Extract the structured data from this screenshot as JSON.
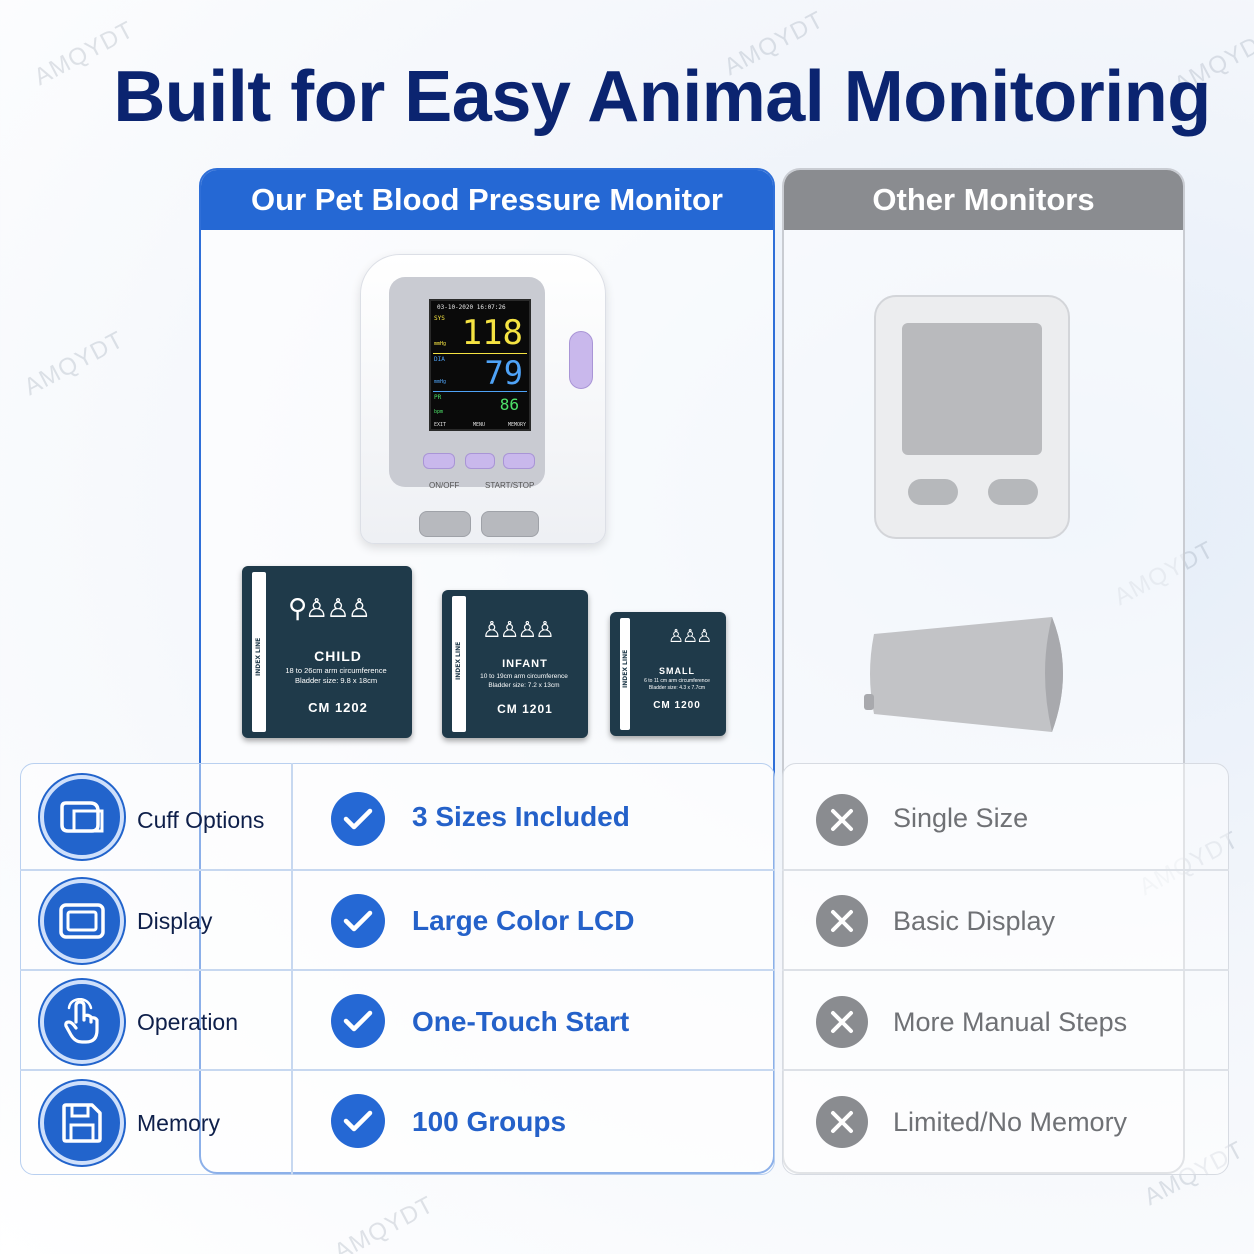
{
  "title": "Built for Easy Animal Monitoring",
  "watermark": "AMQYDT",
  "columns": {
    "ours": "Our Pet Blood Pressure Monitor",
    "other": "Other Monitors"
  },
  "device": {
    "datetime": "03-10-2020  16:07:26",
    "sys_label": "SYS",
    "dia_label": "DIA",
    "pr_label": "PR",
    "unit_mmhg": "mmHg",
    "unit_bpm": "bpm",
    "sys": "118",
    "dia": "79",
    "pulse": "86",
    "soft_keys": [
      "EXIT",
      "MENU",
      "MEMORY"
    ],
    "on_off": "ON/OFF",
    "start_stop": "START/STOP"
  },
  "cuffs": [
    {
      "name": "CHILD",
      "desc1": "18 to 26cm arm circumference",
      "desc2": "Bladder size: 9.8 x 18cm",
      "code": "CM 1202",
      "index": "INDEX LINE"
    },
    {
      "name": "INFANT",
      "desc1": "10 to 19cm arm circumference",
      "desc2": "Bladder size: 7.2 x 13cm",
      "code": "CM 1201",
      "index": "INDEX LINE"
    },
    {
      "name": "SMALL",
      "desc1": "6 to 11 cm arm circumference",
      "desc2": "Bladder size: 4.3 x 7.7cm",
      "code": "CM 1200",
      "index": "INDEX LINE"
    }
  ],
  "rows": [
    {
      "feature": "Cuff Options",
      "icon": "cuff-icon",
      "ours": "3 Sizes Included",
      "other": "Single Size"
    },
    {
      "feature": "Display",
      "icon": "display-icon",
      "ours": "Large Color LCD",
      "other": "Basic Display"
    },
    {
      "feature": "Operation",
      "icon": "touch-icon",
      "ours": "One-Touch Start",
      "other": "More Manual Steps"
    },
    {
      "feature": "Memory",
      "icon": "save-icon",
      "ours": "100 Groups",
      "other": "Limited/No Memory"
    }
  ],
  "colors": {
    "title": "#0b2470",
    "ours_accent": "#2568d4",
    "other_accent": "#8a8c90",
    "sys_color": "#f5e342",
    "dia_color": "#4fa3f7",
    "pulse_color": "#4ee26a"
  }
}
